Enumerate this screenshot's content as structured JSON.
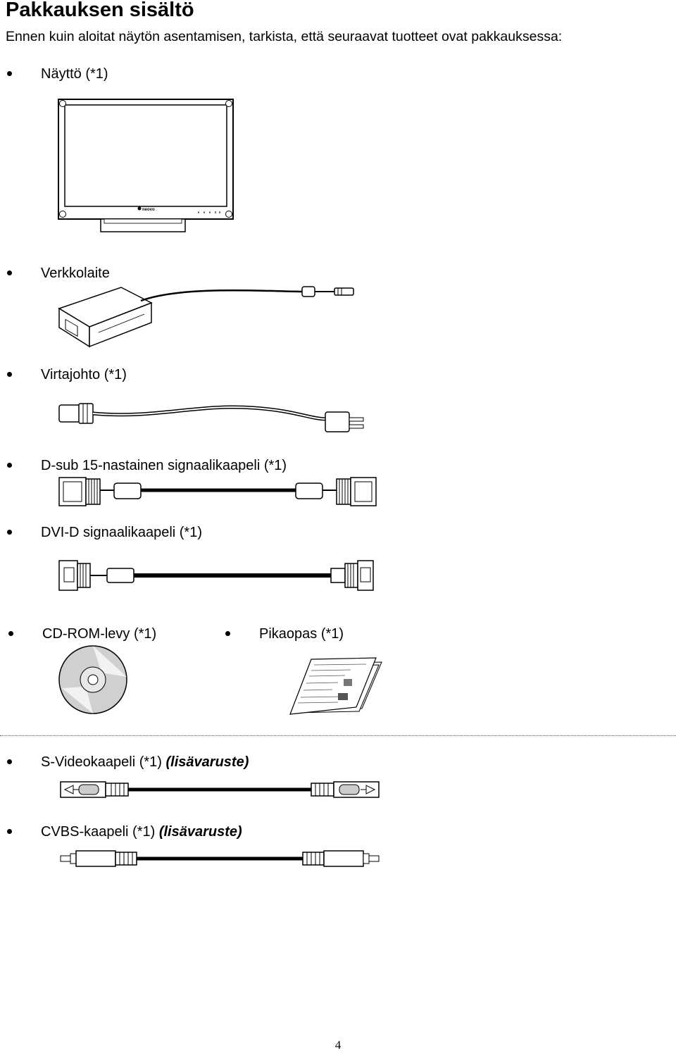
{
  "title": "Pakkauksen sisältö",
  "intro": "Ennen kuin aloitat näytön asentamisen, tarkista, että seuraavat tuotteet ovat pakkauksessa:",
  "items": [
    {
      "label": "Näyttö (*1)"
    },
    {
      "label": "Verkkolaite"
    },
    {
      "label": "Virtajohto (*1)"
    },
    {
      "label": "D-sub 15-nastainen signaalikaapeli  (*1)"
    },
    {
      "label": "DVI-D signaalikaapeli (*1)"
    },
    {
      "label": "CD-ROM-levy (*1)"
    },
    {
      "label": "Pikaopas (*1)"
    },
    {
      "label": "S-Videokaapeli (*1) ",
      "optional": "(lisävaruste)"
    },
    {
      "label": "CVBS-kaapeli (*1) ",
      "optional": "(lisävaruste)"
    }
  ],
  "monitor_logo": "neovo",
  "page_number": "4"
}
